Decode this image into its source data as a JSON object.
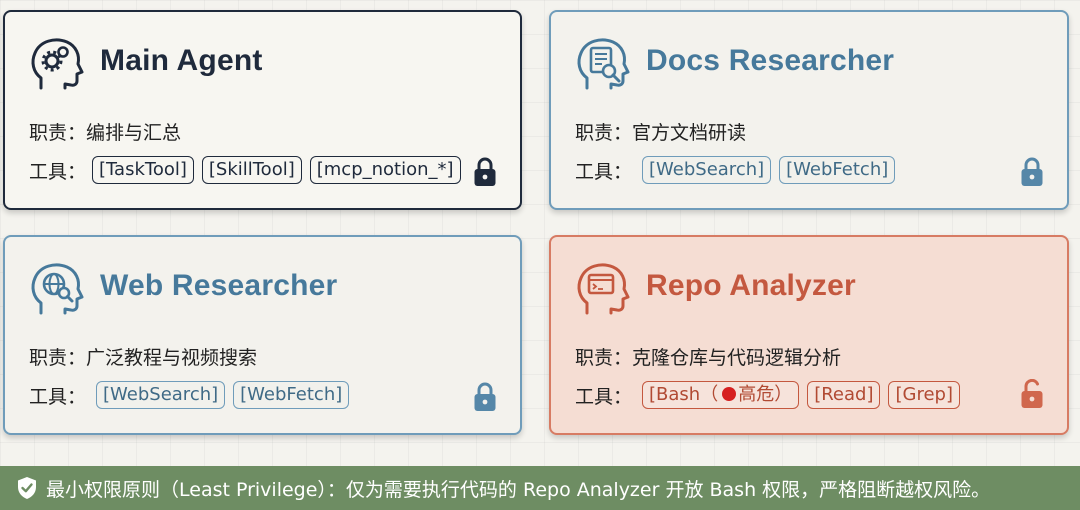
{
  "colors": {
    "main_accent": "#1f2a3c",
    "researcher_accent": "#46799b",
    "repo_accent": "#c4583f",
    "footer_bg": "#6e8d63",
    "danger_dot": "#d62020"
  },
  "cards": {
    "main": {
      "title": "Main Agent",
      "icon": "head-gears-icon",
      "duty_label": "职责：",
      "duty": "编排与汇总",
      "tools_label": "工具：",
      "tools": [
        "[TaskTool]",
        "[SkillTool]",
        "[mcp_notion_*]"
      ],
      "lock": "locked"
    },
    "docs": {
      "title": "Docs Researcher",
      "icon": "head-document-search-icon",
      "duty_label": "职责：",
      "duty": "官方文档研读",
      "tools_label": "工具：",
      "tools": [
        "[WebSearch]",
        "[WebFetch]"
      ],
      "lock": "locked"
    },
    "web": {
      "title": "Web Researcher",
      "icon": "head-globe-search-icon",
      "duty_label": "职责：",
      "duty": "广泛教程与视频搜索",
      "tools_label": "工具：",
      "tools": [
        "[WebSearch]",
        "[WebFetch]"
      ],
      "lock": "locked"
    },
    "repo": {
      "title": "Repo Analyzer",
      "icon": "head-terminal-icon",
      "duty_label": "职责：",
      "duty": "克隆仓库与代码逻辑分析",
      "tools_label": "工具：",
      "tools": [
        "[Bash（",
        "高危）",
        "[Read]",
        "[Grep]"
      ],
      "lock": "unlocked"
    }
  },
  "footer": {
    "icon": "shield-check-icon",
    "text": "最小权限原则（Least Privilege）：仅为需要执行代码的 Repo Analyzer 开放 Bash 权限，严格阻断越权风险。"
  }
}
